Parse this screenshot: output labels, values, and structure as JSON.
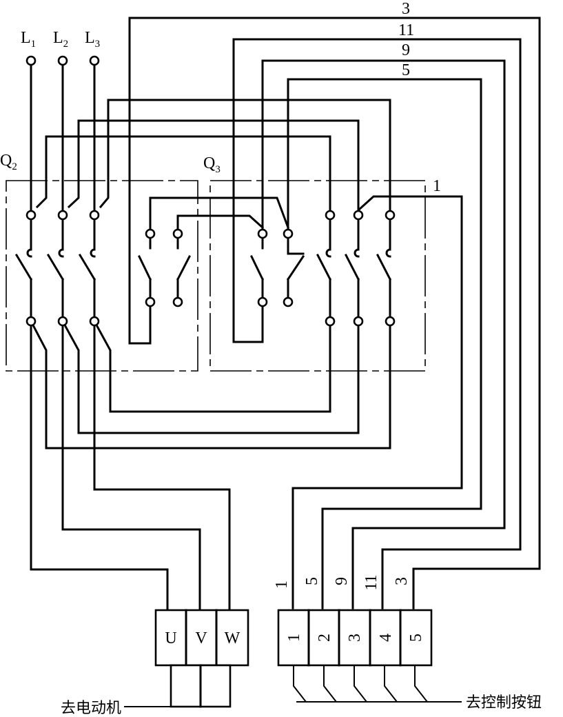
{
  "supply": {
    "l1": {
      "letter": "L",
      "sub": "1"
    },
    "l2": {
      "letter": "L",
      "sub": "2"
    },
    "l3": {
      "letter": "L",
      "sub": "3"
    }
  },
  "switches": {
    "q2": {
      "letter": "Q",
      "sub": "2"
    },
    "q3": {
      "letter": "Q",
      "sub": "3"
    }
  },
  "wire_numbers": {
    "top_3": "3",
    "top_11": "11",
    "top_9": "9",
    "top_5": "5",
    "top_1": "1"
  },
  "motor_terminal": {
    "labels": [
      "U",
      "V",
      "W"
    ],
    "caption": "去电动机"
  },
  "control_terminal": {
    "wire_labels": [
      "1",
      "5",
      "9",
      "11",
      "3"
    ],
    "labels": [
      "1",
      "2",
      "3",
      "4",
      "5"
    ],
    "caption": "去控制按钮"
  }
}
